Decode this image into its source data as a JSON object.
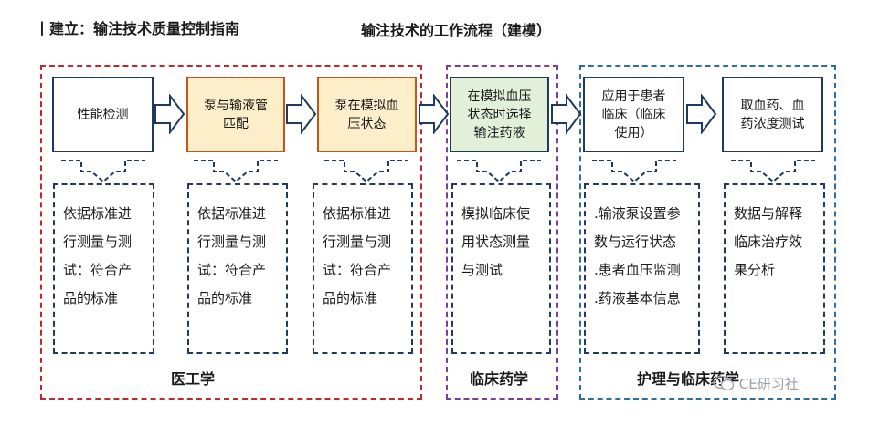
{
  "header": {
    "left_title": "丨建立：输注技术质量控制指南",
    "main_title": "输注技术的工作流程（建模）"
  },
  "groups": {
    "medical": "医工学",
    "clinical": "临床药学",
    "nursing": "护理与临床药学"
  },
  "steps": [
    {
      "label": "性能检测",
      "description": "依据标准进行测量与测试：符合产品的标准"
    },
    {
      "label": "泵与输液管匹配",
      "description": "依据标准进行测量与测试：符合产品的标准"
    },
    {
      "label": "泵在模拟血压状态",
      "description": "依据标准进行测量与测试：符合产品的标准"
    },
    {
      "label": "在模拟血压状态时选择输注药液",
      "description": "模拟临床使用状态测量与测试"
    },
    {
      "label": "应用于患者临床（临床使用）",
      "description": ".输液泵设置参数与运行状态.患者血压监测.药液基本信息"
    },
    {
      "label": "取血药、血药浓度测试",
      "description": "数据与解释临床治疗效果分析"
    }
  ],
  "display": {
    "step_lines": [
      [
        "性能检测"
      ],
      [
        "泵与输液管",
        "匹配"
      ],
      [
        "泵在模拟血",
        "压状态"
      ],
      [
        "在模拟血压",
        "状态时选择",
        "输注药液"
      ],
      [
        "应用于患者",
        "临床（临床",
        "使用）"
      ],
      [
        "取血药、血",
        "药浓度测试"
      ]
    ],
    "desc_lines": [
      [
        "依据标准进",
        "行测量与测",
        "试：符合产",
        "品的标准"
      ],
      [
        "依据标准进",
        "行测量与测",
        "试：符合产",
        "品的标准"
      ],
      [
        "依据标准进",
        "行测量与测",
        "试：符合产",
        "品的标准"
      ],
      [
        "模拟临床使",
        "用状态测量",
        "与测试"
      ],
      [
        ".输液泵设置参",
        "数与运行状态",
        ".患者血压监测",
        ".药液基本信息"
      ],
      [
        "数据与解释",
        "临床治疗效",
        "果分析"
      ]
    ]
  },
  "watermark": "CE研习社",
  "colors": {
    "medical_border": "#c0282e",
    "clinical_border": "#7a3f99",
    "nursing_border": "#2f6f9e",
    "box_border": "#1f3a5f",
    "yellow_fill": "#fbeec9",
    "yellow_border": "#c2561c",
    "green_fill": "#e2efd9"
  }
}
